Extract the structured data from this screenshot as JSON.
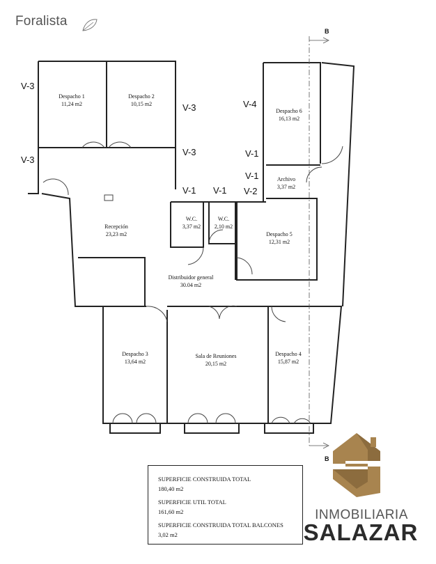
{
  "watermark": "Foralista",
  "section_marks": [
    "B",
    "B"
  ],
  "rooms": {
    "despacho1": {
      "name": "Despacho 1",
      "area": "11,24 m2"
    },
    "despacho2": {
      "name": "Despacho 2",
      "area": "10,15 m2"
    },
    "despacho6": {
      "name": "Despacho 6",
      "area": "16,13 m2"
    },
    "archivo": {
      "name": "Archivo",
      "area": "3,37 m2"
    },
    "recepcion": {
      "name": "Recepción",
      "area": "23,23 m2"
    },
    "wc1": {
      "name": "W.C.",
      "area": "3,37 m2"
    },
    "wc2": {
      "name": "W.C.",
      "area": "2,10 m2"
    },
    "despacho5": {
      "name": "Despacho 5",
      "area": "12,31 m2"
    },
    "distribuidor": {
      "name": "Distribuidor general",
      "area": "30.04 m2"
    },
    "despacho3": {
      "name": "Despacho 3",
      "area": "13,64 m2"
    },
    "sala": {
      "name": "Sala de Reuniones",
      "area": "20,15 m2"
    },
    "despacho4": {
      "name": "Despacho 4",
      "area": "15,87 m2"
    }
  },
  "window_tags": {
    "a": "V-3",
    "b": "V-3",
    "c": "V-3",
    "d": "V-3",
    "e": "V-4",
    "f": "V-1",
    "g": "V-1",
    "h": "V-1",
    "i": "V-1",
    "j": "V-2"
  },
  "summary": {
    "built_label": "SUPERFICIE CONSTRUIDA TOTAL",
    "built_value": "180,40 m2",
    "useful_label": "SUPERFICIE UTIL TOTAL",
    "useful_value": "161,60 m2",
    "balcony_label": "SUPERFICIE CONSTRUIDA TOTAL BALCONES",
    "balcony_value": "3,02 m2"
  },
  "brand": {
    "line1": "INMOBILIARIA",
    "line2": "SALAZAR",
    "gold": "#a8844f",
    "dark": "#2b2b2b"
  }
}
